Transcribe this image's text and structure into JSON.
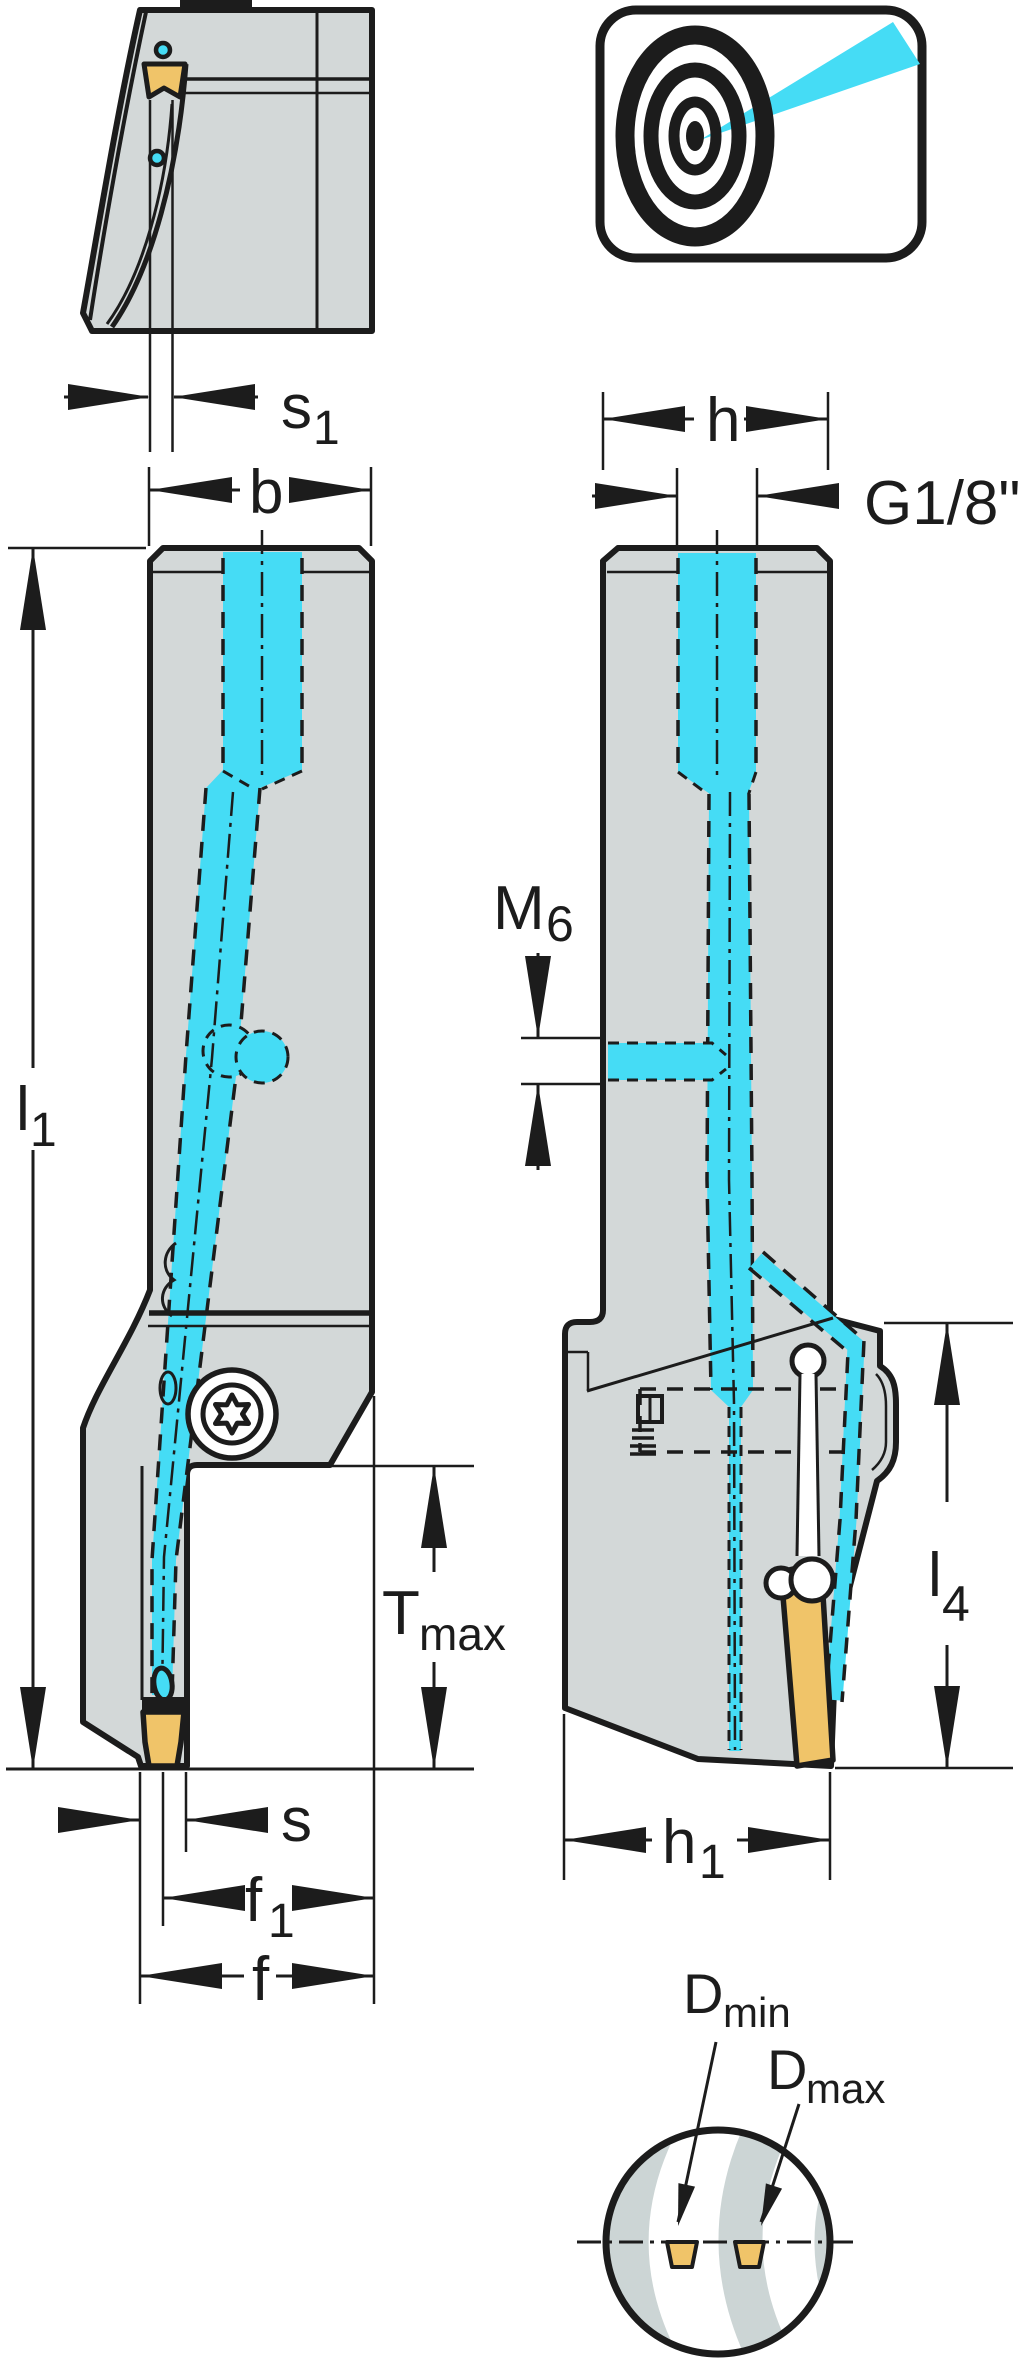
{
  "dim_labels": {
    "s1": {
      "base": "s",
      "sub": "1"
    },
    "b": {
      "base": "b",
      "sub": ""
    },
    "l1": {
      "base": "l",
      "sub": "1"
    },
    "tmax": {
      "base": "T",
      "sub": "max"
    },
    "s": {
      "base": "s",
      "sub": ""
    },
    "f1": {
      "base": "f",
      "sub": "1"
    },
    "f": {
      "base": "f",
      "sub": ""
    },
    "h": {
      "base": "h",
      "sub": ""
    },
    "g18": {
      "base": "G1/8\"",
      "sub": ""
    },
    "m6": {
      "base": "M",
      "sub": "6"
    },
    "l4": {
      "base": "l",
      "sub": "4"
    },
    "h1": {
      "base": "h",
      "sub": "1"
    },
    "dmin": {
      "base": "D",
      "sub": "min"
    },
    "dmax": {
      "base": "D",
      "sub": "max"
    }
  },
  "colors": {
    "outline": "#1c1c1c",
    "body": "#d3d8d8",
    "chamfer": "#e9eded",
    "coolant": "#45dcf5",
    "insert": "#f0c469",
    "stripe": "#ccd5d5",
    "background": "#ffffff"
  },
  "icons": {
    "precision_coolant": "target-with-coolant-jet"
  }
}
